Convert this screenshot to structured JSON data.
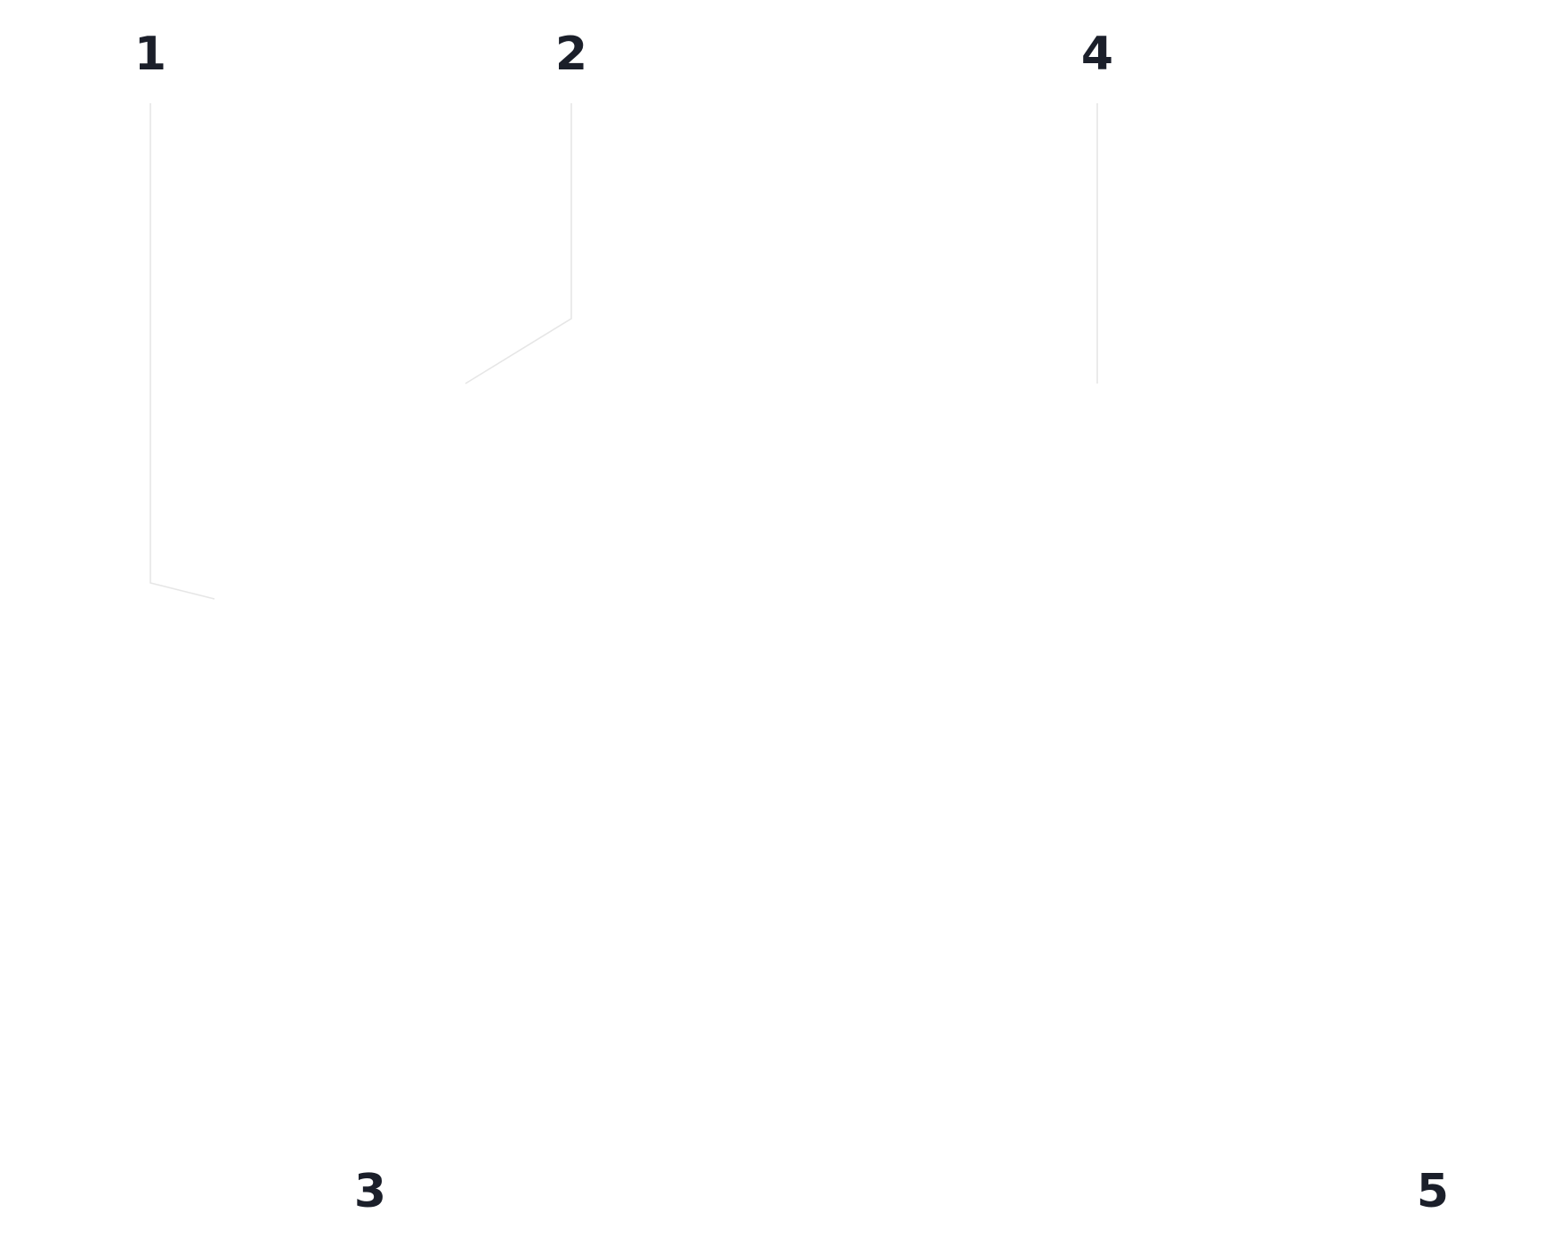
{
  "callouts": [
    {
      "id": "1",
      "label": "1"
    },
    {
      "id": "2",
      "label": "2"
    },
    {
      "id": "3",
      "label": "3"
    },
    {
      "id": "4",
      "label": "4"
    },
    {
      "id": "5",
      "label": "5"
    }
  ],
  "colors": {
    "background": "#ffffff",
    "label": "#1b1f2a",
    "leader_line": "#e6e6e6"
  }
}
